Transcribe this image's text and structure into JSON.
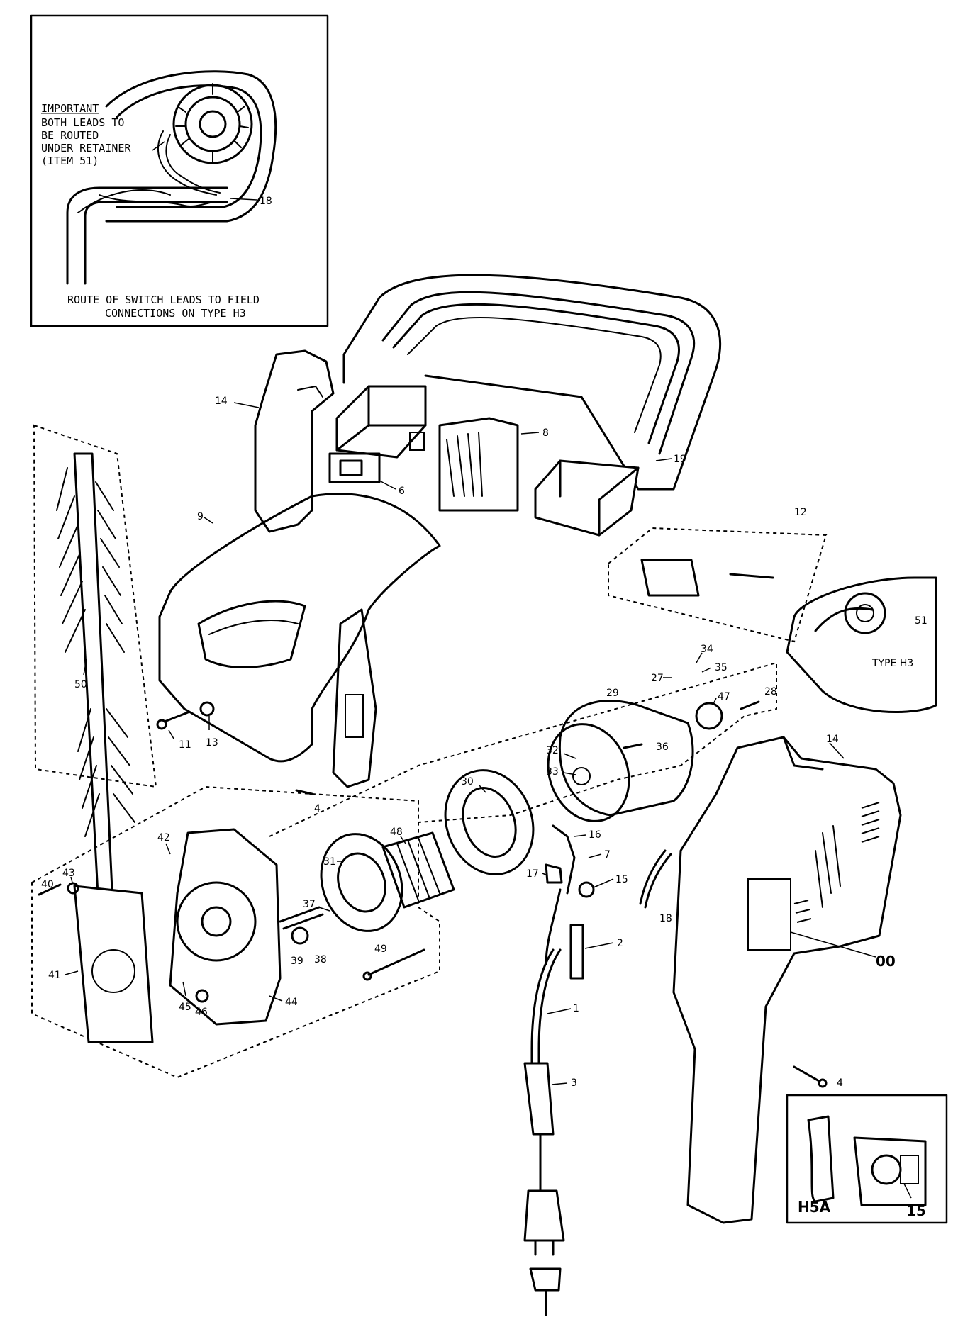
{
  "inset_top": {
    "important_heading": "IMPORTANT",
    "important_lines": [
      "BOTH LEADS TO",
      "BE ROUTED",
      "UNDER RETAINER",
      "(ITEM 51)"
    ],
    "part_ref": "18",
    "caption_lines": [
      "ROUTE OF SWITCH LEADS TO FIELD",
      "CONNECTIONS ON TYPE H3"
    ]
  },
  "inset_h3": {
    "part_ref": "51",
    "type_label": "TYPE H3"
  },
  "inset_h5a": {
    "variant_label": "H5A",
    "part_ref": "15"
  },
  "part_labels": {
    "p14a": "14",
    "p14b": "14",
    "p8": "8",
    "p19": "19",
    "p6": "6",
    "p9": "9",
    "p12": "12",
    "p50": "50",
    "p11": "11",
    "p13": "13",
    "p4a": "4",
    "p4b": "4",
    "p34": "34",
    "p35": "35",
    "p27": "27",
    "p47": "47",
    "p28": "28",
    "p29": "29",
    "p36": "36",
    "p32": "32",
    "p33": "33",
    "p30": "30",
    "p16": "16",
    "p7": "7",
    "p17": "17",
    "p15": "15",
    "p18": "18",
    "p48": "48",
    "p31": "31",
    "p37": "37",
    "p42": "42",
    "p40": "40",
    "p43": "43",
    "p41": "41",
    "p45": "45",
    "p46": "46",
    "p44": "44",
    "p39": "39",
    "p38": "38",
    "p49": "49",
    "p2": "2",
    "p1": "1",
    "p3": "3",
    "p00": "00"
  }
}
